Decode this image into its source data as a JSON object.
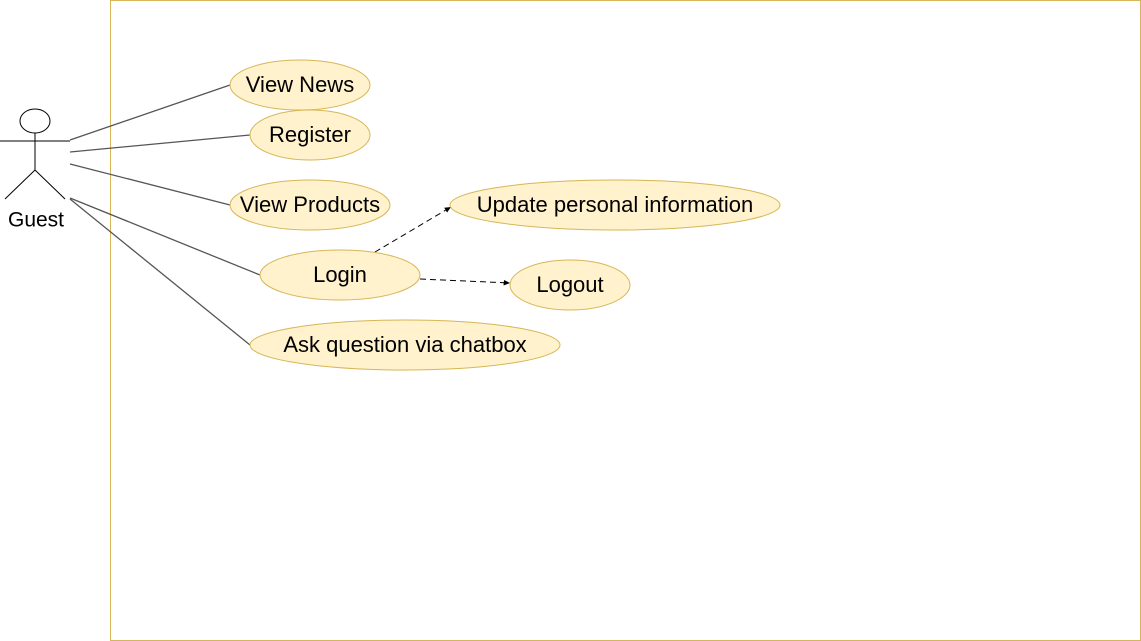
{
  "colors": {
    "boundary_stroke": "#d6b656",
    "usecase_fill": "#fff2cc",
    "usecase_stroke": "#d6b656",
    "line": "#000000"
  },
  "actor": {
    "label": "Guest"
  },
  "usecases": {
    "view_news": "View News",
    "register": "Register",
    "view_products": "View Products",
    "login": "Login",
    "ask_question": "Ask question via chatbox",
    "update_info": "Update personal information",
    "logout": "Logout"
  }
}
